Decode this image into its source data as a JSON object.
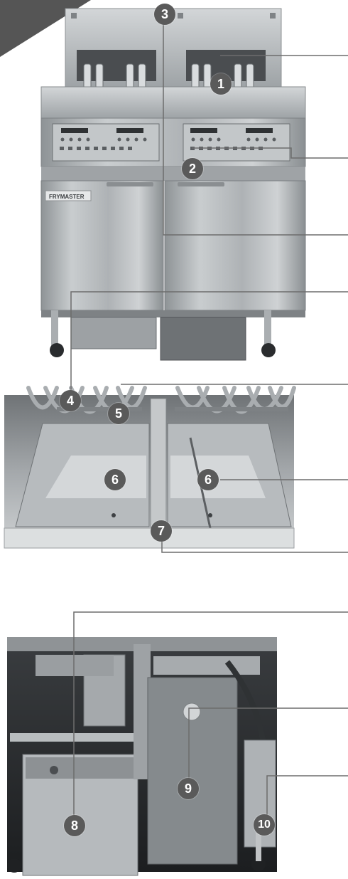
{
  "photos": {
    "top": {
      "subject": "double-vat fryer front view",
      "brand_plate": "FRYMASTER"
    },
    "middle": {
      "subject": "frypot interior with heating elements"
    },
    "bottom": {
      "subject": "open cabinet with filter pan and oil reservoir"
    }
  },
  "callouts": [
    {
      "number": "1"
    },
    {
      "number": "2"
    },
    {
      "number": "3"
    },
    {
      "number": "4"
    },
    {
      "number": "5"
    },
    {
      "number": "6"
    },
    {
      "number": "6"
    },
    {
      "number": "7"
    },
    {
      "number": "8"
    },
    {
      "number": "9"
    },
    {
      "number": "10"
    }
  ],
  "colors": {
    "badge": "#5a5a5a",
    "leader_line": "#6d6d6d",
    "corner_banner": "#555555",
    "stainless": "#b8bcbf"
  }
}
